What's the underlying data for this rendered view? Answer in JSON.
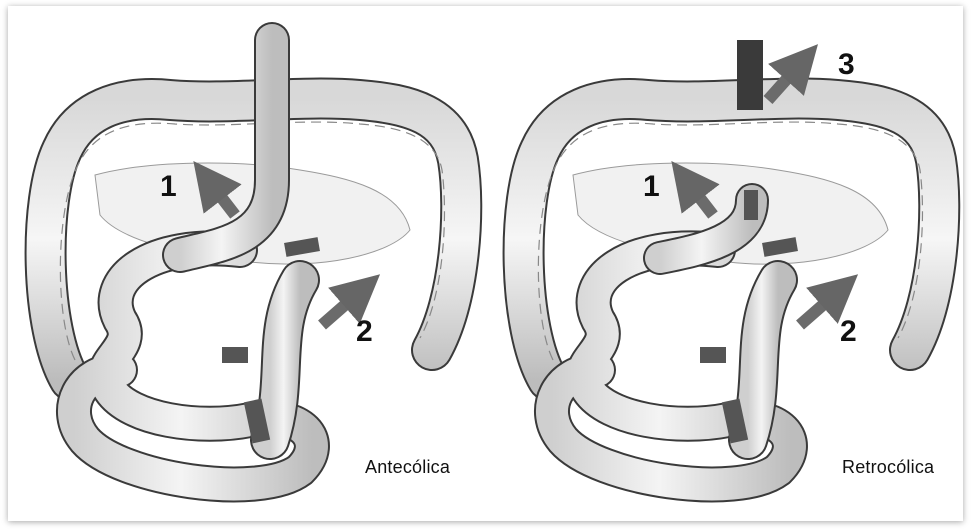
{
  "panels": [
    {
      "caption": "Antecólica",
      "labels": [
        "1",
        "2"
      ]
    },
    {
      "caption": "Retrocólica",
      "labels": [
        "1",
        "2",
        "3"
      ]
    }
  ],
  "colors": {
    "tissue": "#e9e9e9",
    "outline": "#3a3a3a",
    "arrow": "#6b6b6b",
    "background": "#ffffff"
  }
}
